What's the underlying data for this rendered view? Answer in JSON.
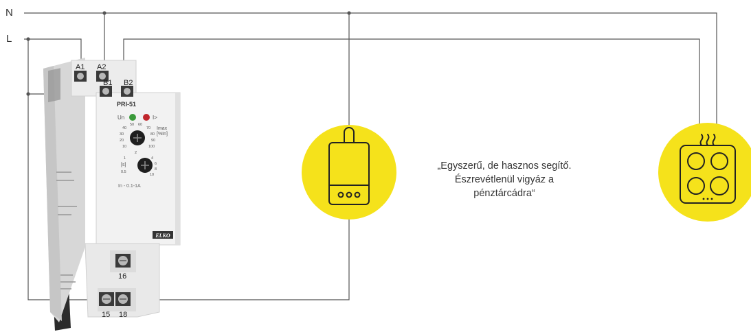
{
  "wiring": {
    "neutral_label": "N",
    "live_label": "L",
    "wire_color": "#555555"
  },
  "relay": {
    "model": "PRI-51",
    "brand": "ELKO",
    "indicator_un": "Un",
    "indicator_overload": "I>",
    "imax_label": "Imax",
    "imax_unit": "[%In]",
    "imax_scale": [
      "40",
      "50",
      "60",
      "70",
      "80",
      "90",
      "100",
      "30",
      "20",
      "10"
    ],
    "delay_unit": "[s]",
    "delay_scale": [
      "1",
      "2",
      "4",
      "6",
      "8",
      "10",
      "0.5"
    ],
    "range_label": "In - 0.1-1A",
    "terminals": {
      "a1": "A1",
      "a2": "A2",
      "b1": "B1",
      "b2": "B2",
      "t15": "15",
      "t16": "16",
      "t18": "18"
    },
    "indicator_colors": {
      "un": "#3a9a3a",
      "overload": "#c0262c"
    }
  },
  "devices": {
    "appliance_1_icon": "boiler-icon",
    "appliance_2_icon": "cooktop-icon",
    "circle_color": "#f5e21b"
  },
  "quote": {
    "line1": "„Egyszerű, de hasznos segítő.",
    "line2": "Észrevétlenül vigyáz a",
    "line3": "pénztárcádra“"
  }
}
